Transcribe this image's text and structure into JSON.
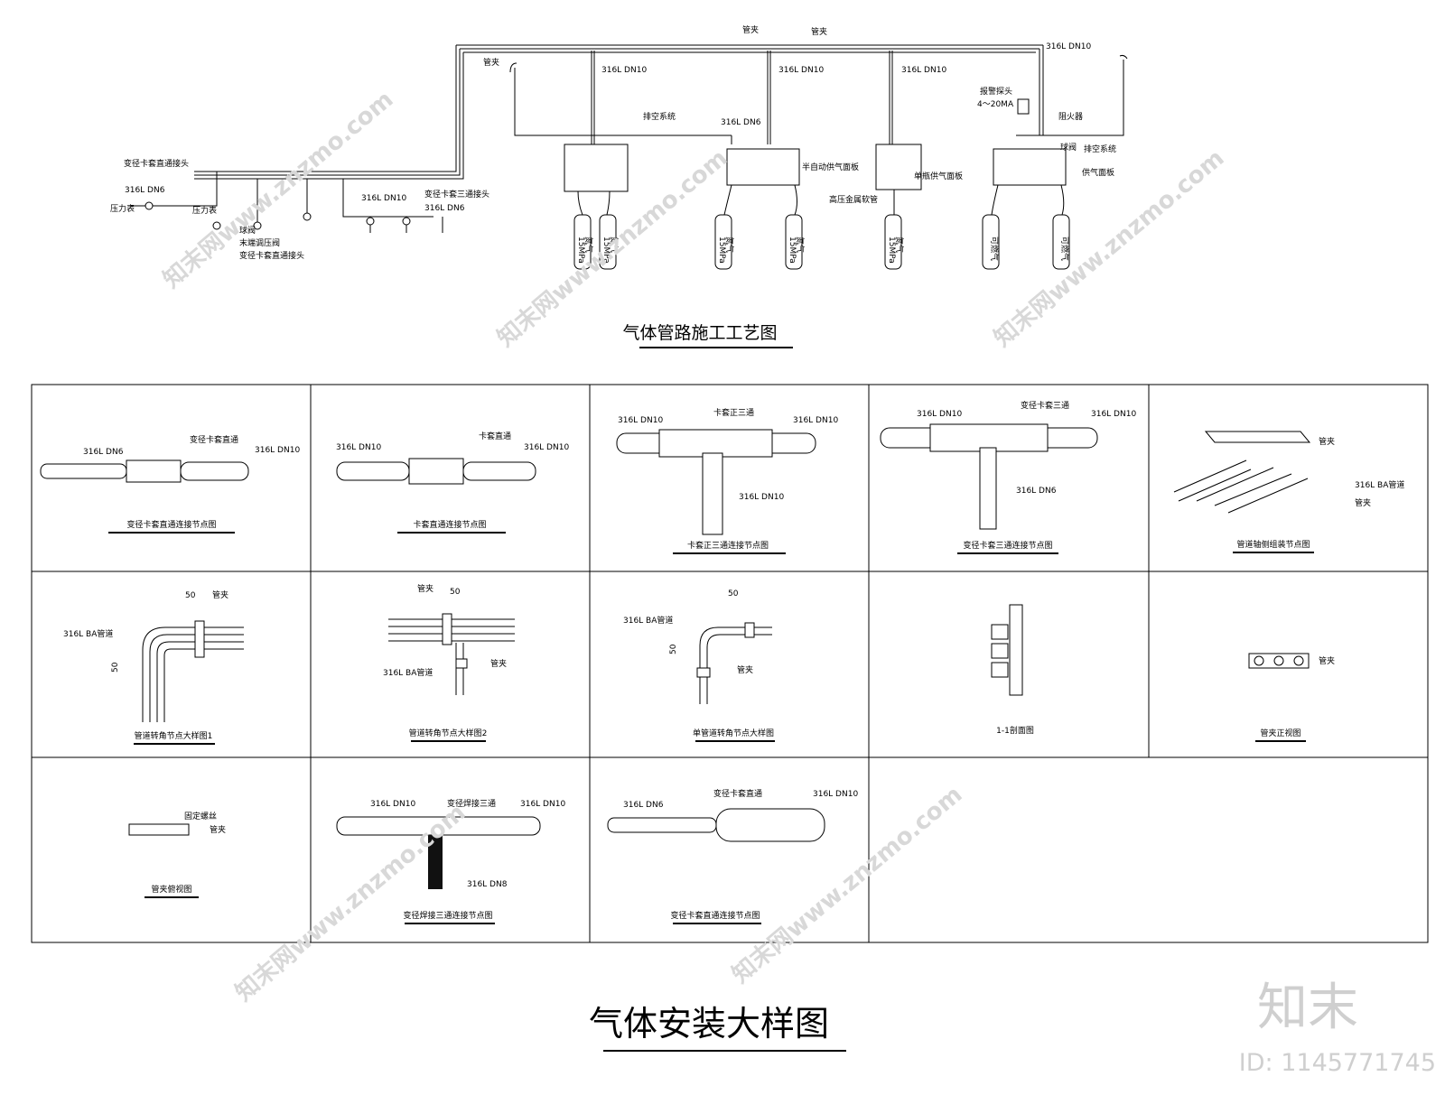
{
  "top": {
    "title": "气体管路施工工艺图",
    "labels": {
      "clamp": "管夹",
      "dn10": "316L DN10",
      "dn6": "316L DN6",
      "reducer_straight": "变径卡套直通接头",
      "pressure_gauge": "压力表",
      "ball_valve": "球阀",
      "end_regulator": "末端调压阀",
      "reducer_tee": "变径卡套三通接头",
      "vent_system": "排空系统",
      "semi_auto_panel": "半自动供气面板",
      "single_bottle_panel": "单瓶供气面板",
      "hp_hose": "高压金属软管",
      "alarm_probe": "报警探头",
      "alarm_signal": "4～20MA",
      "flame_arrester": "阻火器",
      "supply_panel": "供气面板",
      "cyl_a": "氮气",
      "cyl_a_pressure": "15MPa",
      "cyl_b": "可燃气"
    }
  },
  "grid": {
    "cells": [
      {
        "caption": "变径卡套直通连接节点图",
        "l1": "316L DN6",
        "l2": "变径卡套直通",
        "l3": "316L DN10"
      },
      {
        "caption": "卡套直通连接节点图",
        "l1": "316L DN10",
        "l2": "卡套直通",
        "l3": "316L DN10"
      },
      {
        "caption": "卡套正三通连接节点图",
        "l1": "316L DN10",
        "l2": "卡套正三通",
        "l3": "316L DN10",
        "l4": "316L DN10"
      },
      {
        "caption": "变径卡套三通连接节点图",
        "l1": "316L DN10",
        "l2": "变径卡套三通",
        "l3": "316L DN10",
        "l4": "316L DN6"
      },
      {
        "caption": "管道轴侧组装节点图",
        "l1": "管夹",
        "l2": "316L BA管道",
        "l3": "管夹"
      },
      {
        "caption": "管道转角节点大样图1",
        "l1": "50",
        "l2": "管夹",
        "l3": "316L BA管道",
        "l4": "50"
      },
      {
        "caption": "管道转角节点大样图2",
        "l1": "管夹",
        "l2": "50",
        "l3": "316L BA管道",
        "l4": "管夹"
      },
      {
        "caption": "单管道转角节点大样图",
        "l1": "50",
        "l2": "316L BA管道",
        "l3": "50",
        "l4": "管夹"
      },
      {
        "caption": "1-1剖面图"
      },
      {
        "caption": "管夹正视图",
        "l1": "管夹"
      },
      {
        "caption": "管夹俯视图",
        "l1": "固定螺丝",
        "l2": "管夹"
      },
      {
        "caption": "变径焊接三通连接节点图",
        "l1": "316L DN10",
        "l2": "变径焊接三通",
        "l3": "316L DN10",
        "l4": "316L DN8"
      },
      {
        "caption": "变径卡套直通连接节点图",
        "l1": "316L DN6",
        "l2": "变径卡套直通",
        "l3": "316L DN10"
      }
    ]
  },
  "main_title": "气体安装大样图",
  "watermark": {
    "brand": "知末",
    "id": "ID: 1145771745",
    "site": "知末网www.znzmo.com"
  }
}
